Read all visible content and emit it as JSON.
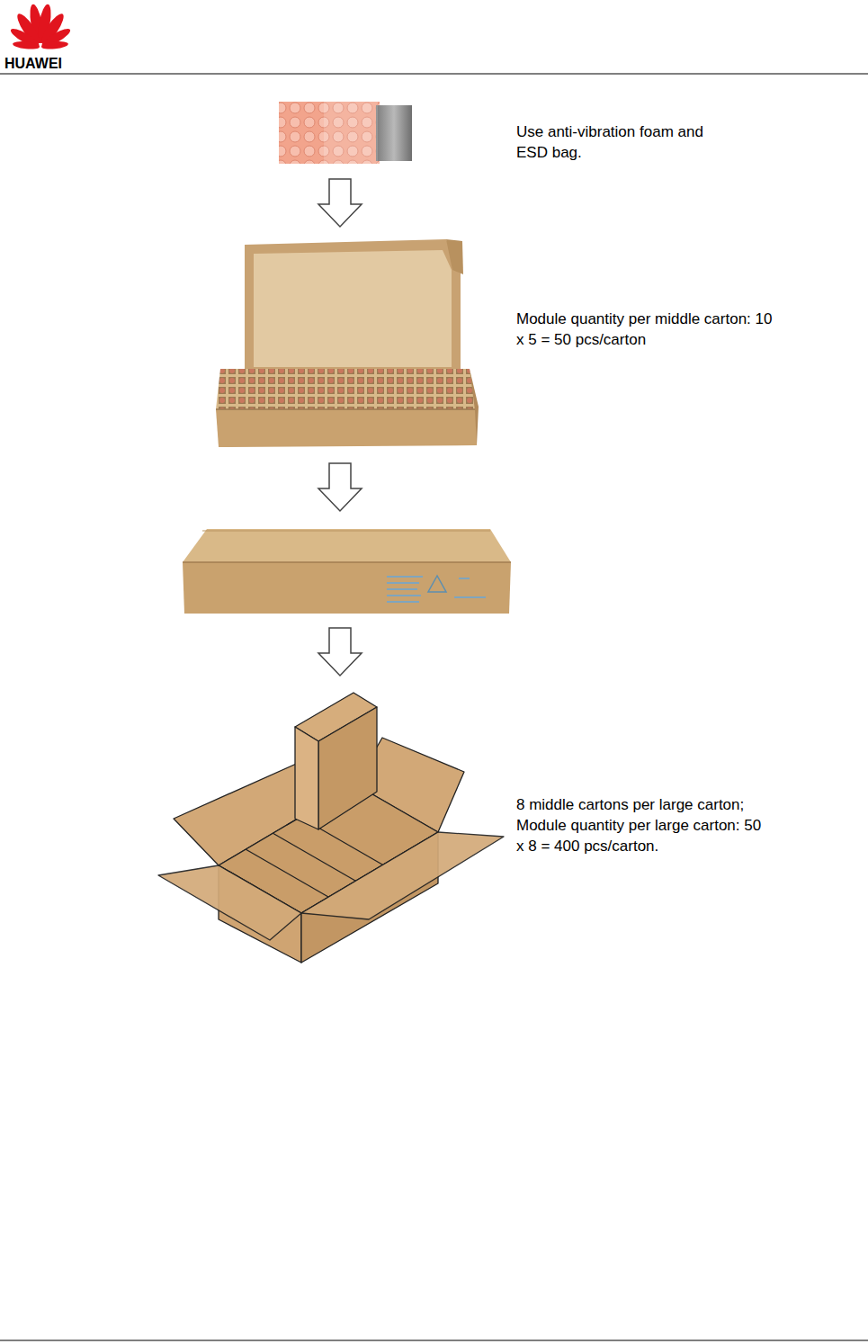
{
  "diagram": {
    "labels": [
      "HUAWEI",
      "Use anti-vibration foam and ESD bag.",
      "Module quantity per middle carton: 10 x 5 = 50 pcs/carton",
      "8 middle cartons per large carton; Module quantity per large carton: 50 x 8 = 400 pcs/carton."
    ]
  }
}
